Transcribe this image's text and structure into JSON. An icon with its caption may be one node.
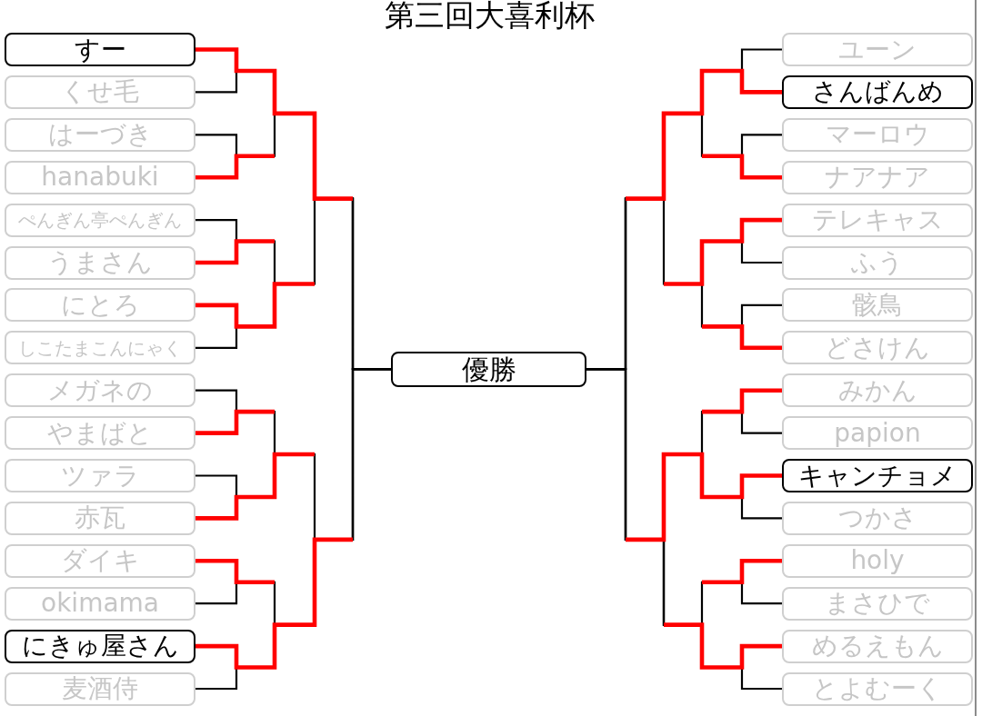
{
  "diagram": {
    "title": "第三回大喜利杯",
    "nodes": [
      {
        "text": [
          "すー"
        ]
      },
      {
        "text": [
          "くせ毛"
        ]
      },
      {
        "text": [
          "はーづき"
        ]
      },
      {
        "text": [
          "hanabuki"
        ]
      },
      {
        "text": [
          "ぺんぎん亭ぺんぎん"
        ]
      },
      {
        "text": [
          "うまさん"
        ]
      },
      {
        "text": [
          "にとろ"
        ]
      },
      {
        "text": [
          "しこたまこんにゃく"
        ]
      },
      {
        "text": [
          "メガネの"
        ]
      },
      {
        "text": [
          "やまばと"
        ]
      },
      {
        "text": [
          "ツァラ"
        ]
      },
      {
        "text": [
          "赤瓦"
        ]
      },
      {
        "text": [
          "ダイキ"
        ]
      },
      {
        "text": [
          "okimama"
        ]
      },
      {
        "text": [
          "にきゅ屋さん"
        ]
      },
      {
        "text": [
          "麦酒侍"
        ]
      },
      {
        "text": [
          "優勝"
        ]
      },
      {
        "text": [
          "ユーン"
        ]
      },
      {
        "text": [
          "さんばんめ"
        ]
      },
      {
        "text": [
          "マーロウ"
        ]
      },
      {
        "text": [
          "ナアナア"
        ]
      },
      {
        "text": [
          "テレキャス"
        ]
      },
      {
        "text": [
          "ふう"
        ]
      },
      {
        "text": [
          "骸鳥"
        ]
      },
      {
        "text": [
          "どさけん"
        ]
      },
      {
        "text": [
          "みかん"
        ]
      },
      {
        "text": [
          "papion"
        ]
      },
      {
        "text": [
          "キャンチョメ"
        ]
      },
      {
        "text": [
          "つかさ"
        ]
      },
      {
        "text": [
          "holy"
        ]
      },
      {
        "text": [
          "まさひで"
        ]
      },
      {
        "text": [
          "めるえもん"
        ]
      },
      {
        "text": [
          "とよむーく"
        ]
      }
    ],
    "edges": [
      {
        "from": 0,
        "to": 16,
        "arrow": "none"
      },
      {
        "from": 1,
        "to": 16,
        "arrow": "none"
      },
      {
        "from": 2,
        "to": 16,
        "arrow": "none"
      },
      {
        "from": 3,
        "to": 16,
        "arrow": "none"
      },
      {
        "from": 4,
        "to": 16,
        "arrow": "none"
      },
      {
        "from": 5,
        "to": 16,
        "arrow": "none"
      },
      {
        "from": 6,
        "to": 16,
        "arrow": "none"
      },
      {
        "from": 7,
        "to": 16,
        "arrow": "none"
      },
      {
        "from": 8,
        "to": 16,
        "arrow": "none"
      },
      {
        "from": 9,
        "to": 16,
        "arrow": "none"
      },
      {
        "from": 10,
        "to": 16,
        "arrow": "none"
      },
      {
        "from": 11,
        "to": 16,
        "arrow": "none"
      },
      {
        "from": 12,
        "to": 16,
        "arrow": "none"
      },
      {
        "from": 13,
        "to": 16,
        "arrow": "none"
      },
      {
        "from": 14,
        "to": 16,
        "arrow": "none"
      },
      {
        "from": 15,
        "to": 16,
        "arrow": "none"
      },
      {
        "from": 17,
        "to": 16,
        "arrow": "none"
      },
      {
        "from": 18,
        "to": 16,
        "arrow": "none"
      },
      {
        "from": 19,
        "to": 16,
        "arrow": "none"
      },
      {
        "from": 20,
        "to": 16,
        "arrow": "none"
      },
      {
        "from": 21,
        "to": 16,
        "arrow": "none"
      },
      {
        "from": 22,
        "to": 16,
        "arrow": "none"
      },
      {
        "from": 23,
        "to": 16,
        "arrow": "none"
      },
      {
        "from": 24,
        "to": 16,
        "arrow": "none"
      },
      {
        "from": 25,
        "to": 16,
        "arrow": "none"
      },
      {
        "from": 26,
        "to": 16,
        "arrow": "none"
      },
      {
        "from": 27,
        "to": 16,
        "arrow": "none"
      },
      {
        "from": 28,
        "to": 16,
        "arrow": "none"
      },
      {
        "from": 29,
        "to": 16,
        "arrow": "none"
      },
      {
        "from": 30,
        "to": 16,
        "arrow": "none"
      },
      {
        "from": 31,
        "to": 16,
        "arrow": "none"
      },
      {
        "from": 32,
        "to": 16,
        "arrow": "none"
      },
      {
        "from": 0,
        "to": null,
        "arrow": "none",
        "color": "#ff0000",
        "style": "thick"
      },
      {
        "from": 3,
        "to": null,
        "arrow": "none",
        "color": "#ff0000",
        "style": "thick"
      },
      {
        "from": 5,
        "to": null,
        "arrow": "none",
        "color": "#ff0000",
        "style": "thick"
      },
      {
        "from": 6,
        "to": null,
        "arrow": "none",
        "color": "#ff0000",
        "style": "thick"
      },
      {
        "from": 9,
        "to": null,
        "arrow": "none",
        "color": "#ff0000",
        "style": "thick"
      },
      {
        "from": 11,
        "to": null,
        "arrow": "none",
        "color": "#ff0000",
        "style": "thick"
      },
      {
        "from": 12,
        "to": null,
        "arrow": "none",
        "color": "#ff0000",
        "style": "thick"
      },
      {
        "from": 14,
        "to": null,
        "arrow": "none",
        "color": "#ff0000",
        "style": "thick"
      },
      {
        "from": 18,
        "to": null,
        "arrow": "none",
        "color": "#ff0000",
        "style": "thick"
      },
      {
        "from": 20,
        "to": null,
        "arrow": "none",
        "color": "#ff0000",
        "style": "thick"
      },
      {
        "from": 21,
        "to": null,
        "arrow": "none",
        "color": "#ff0000",
        "style": "thick"
      },
      {
        "from": 24,
        "to": null,
        "arrow": "none",
        "color": "#ff0000",
        "style": "thick"
      },
      {
        "from": 25,
        "to": null,
        "arrow": "none",
        "color": "#ff0000",
        "style": "thick"
      },
      {
        "from": 27,
        "to": null,
        "arrow": "none",
        "color": "#ff0000",
        "style": "thick"
      },
      {
        "from": 29,
        "to": null,
        "arrow": "none",
        "color": "#ff0000",
        "style": "thick"
      },
      {
        "from": 31,
        "to": null,
        "arrow": "none",
        "color": "#ff0000",
        "style": "thick"
      }
    ]
  }
}
